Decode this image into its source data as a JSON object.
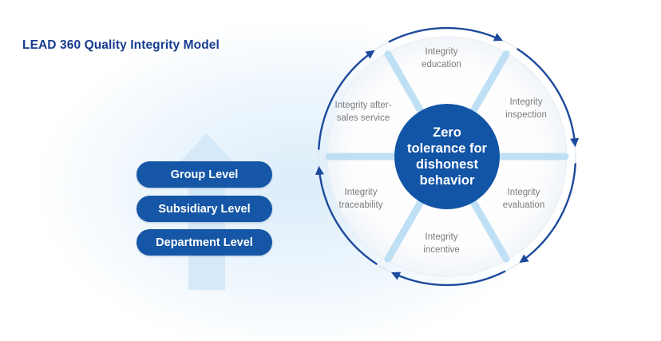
{
  "title": "LEAD 360 Quality Integrity Model",
  "levels": [
    {
      "label": "Group Level"
    },
    {
      "label": "Subsidiary Level"
    },
    {
      "label": "Department Level"
    }
  ],
  "wheel": {
    "center": {
      "text": "Zero tolerance for dishonest behavior",
      "lines": [
        "Zero",
        "tolerance for",
        "dishonest",
        "behavior"
      ]
    },
    "segments": [
      {
        "label": "Integrity education"
      },
      {
        "label": "Integrity inspection"
      },
      {
        "label": "Integrity evaluation"
      },
      {
        "label": "Integrity incentive"
      },
      {
        "label": "Integrity traceability"
      },
      {
        "label": "Integrity after-sales service"
      }
    ]
  },
  "colors": {
    "brand_dark_blue": "#1556a6",
    "title_blue": "#163b8f",
    "light_blue_fill": "#d6e9f8",
    "divider_blue": "#bfe0f4",
    "arrow_stroke_blue": "#1c4a9c",
    "label_gray": "#7b7b7b"
  }
}
